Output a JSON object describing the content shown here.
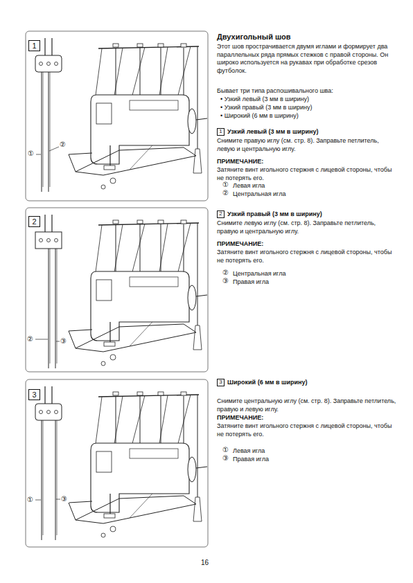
{
  "diagram": {
    "title": "Двухигольный шов",
    "nodes": [
      {
        "text": [
          "1"
        ]
      },
      {
        "text": [
          "2"
        ]
      },
      {
        "text": [
          "3"
        ]
      },
      {
        "text": [
          "1"
        ]
      },
      {
        "text": [
          "2"
        ]
      },
      {
        "text": [
          "3"
        ]
      }
    ],
    "labels": [
      "Этот шов прострачивается двумя иглами и формирует два параллельных ряда прямых стежков с правой стороны. Он широко используется на рукавах при обработке срезов футболок.",
      "Бывает три типа распошивального шва:",
      "• Узкий левый (3 мм в ширину)",
      "• Узкий правый (3 мм в ширину)",
      "• Широкий (6 мм в ширину)",
      "Узкий левый (3 мм в ширину)",
      "Снимите правую иглу (см. стр. 8). Заправьте петлитель, левую и центральную иглу.",
      "ПРИМЕЧАНИЕ:",
      "Затяните винт игольного стержня с лицевой стороны, чтобы не потерять его.",
      "①",
      "Левая игла",
      "②",
      "Центральная игла",
      "Узкий правый (3 мм в ширину)",
      "Снимите левую иглу (см. стр. 8). Заправьте петлитель, правую и центральную иглу.",
      "ПРИМЕЧАНИЕ:",
      "Затяните винт игольного стержня с лицевой стороны, чтобы не потерять его.",
      "②",
      "Центральная игла",
      "③",
      "Правая игла",
      "Широкий (6 мм в ширину)",
      "Снимите центральную иглу (см. стр. 8). Заправьте петлитель, правую и левую иглу.",
      "ПРИМЕЧАНИЕ:",
      "Затяните винт игольного стержня с лицевой стороны, чтобы не потерять его.",
      "①",
      "Левая игла",
      "③",
      "Правая игла",
      "①",
      "②",
      "②",
      "③",
      "①",
      "③",
      "16"
    ]
  }
}
